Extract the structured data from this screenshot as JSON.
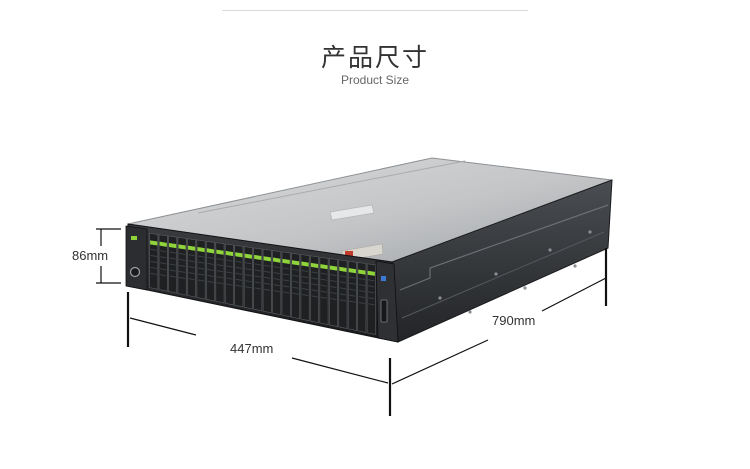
{
  "header": {
    "title_cn": "产品尺寸",
    "title_en": "Product Size"
  },
  "dimensions": {
    "height": "86mm",
    "width": "447mm",
    "depth": "790mm"
  },
  "colors": {
    "chassis_top": "#bfc1c3",
    "chassis_dark": "#2e3033",
    "drive_accent": "#8fd43a",
    "dimension_line": "#111111"
  }
}
